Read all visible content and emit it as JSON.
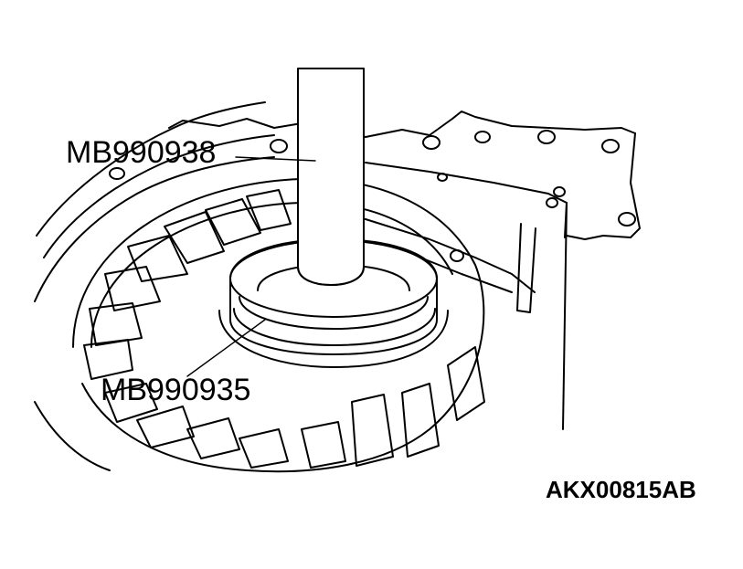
{
  "callouts": {
    "upper_tool": "MB990938",
    "lower_tool": "MB990935"
  },
  "figure_code": "AKX00815AB"
}
